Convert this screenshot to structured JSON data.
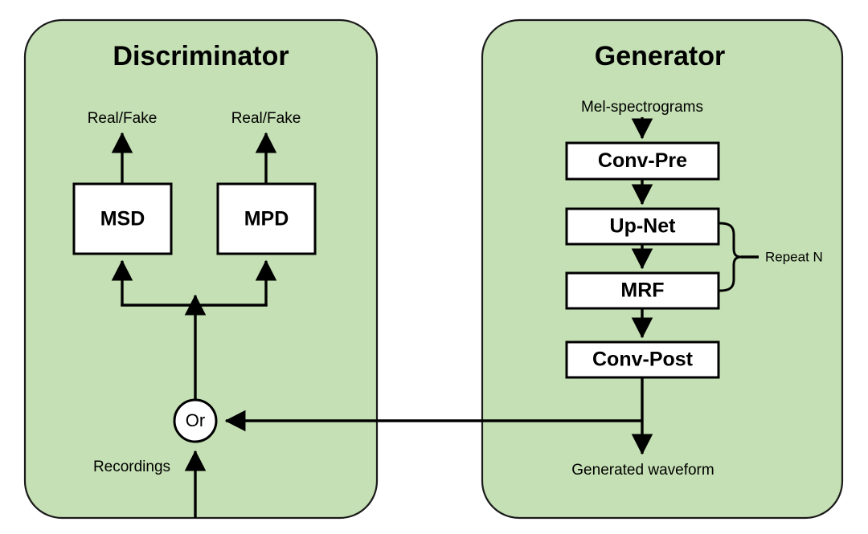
{
  "figure": {
    "background_color": "#ffffff",
    "panel_fill": "#c5e0b4",
    "panel_stroke": "#1a1a1a",
    "node_fill": "#ffffff",
    "node_stroke": "#000000",
    "line_color": "#000000"
  },
  "panels": [
    {
      "id": "discriminator",
      "title": "Discriminator"
    },
    {
      "id": "generator",
      "title": "Generator"
    }
  ],
  "discriminator": {
    "title": "Discriminator",
    "outputs": [
      {
        "id": "msd-output",
        "label": "Real/Fake"
      },
      {
        "id": "mpd-output",
        "label": "Real/Fake"
      }
    ],
    "blocks": [
      {
        "id": "msd",
        "label": "MSD"
      },
      {
        "id": "mpd",
        "label": "MPD"
      }
    ],
    "selector": {
      "id": "or-node",
      "label": "Or"
    },
    "input": {
      "id": "recordings",
      "label": "Recordings"
    }
  },
  "generator": {
    "title": "Generator",
    "input": {
      "id": "mel-spectrograms",
      "label": "Mel-spectrograms"
    },
    "blocks": [
      {
        "id": "conv-pre",
        "label": "Conv-Pre"
      },
      {
        "id": "up-net",
        "label": "Up-Net"
      },
      {
        "id": "mrf",
        "label": "MRF"
      },
      {
        "id": "conv-post",
        "label": "Conv-Post"
      }
    ],
    "annotation": {
      "id": "repeat-n",
      "label": "Repeat N"
    },
    "output": {
      "id": "generated-waveform",
      "label": "Generated waveform"
    }
  }
}
